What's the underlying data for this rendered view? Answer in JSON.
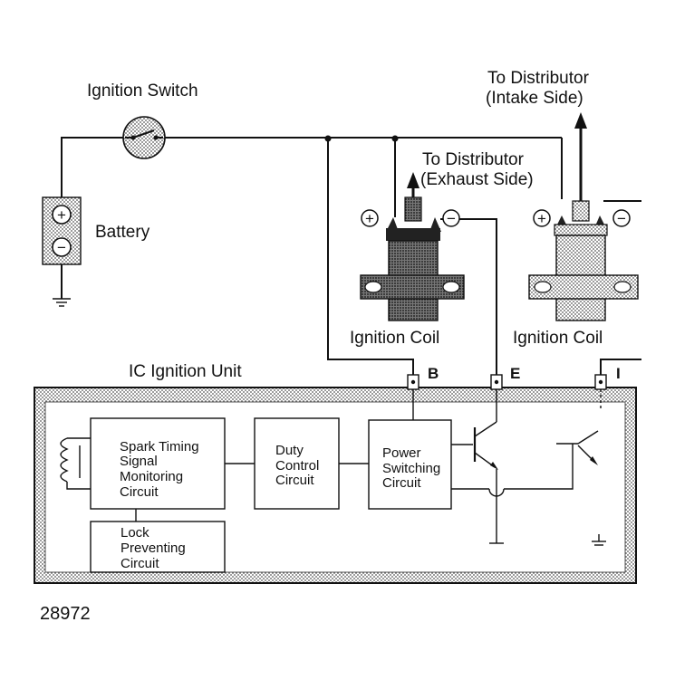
{
  "labels": {
    "ignition_switch": "Ignition Switch",
    "battery": "Battery",
    "to_dist_intake_1": "To Distributor",
    "to_dist_intake_2": "(Intake Side)",
    "to_dist_exhaust_1": "To Distributor",
    "to_dist_exhaust_2": "(Exhaust Side)",
    "coil_1": "Ignition Coil",
    "coil_2": "Ignition Coil",
    "ic_unit": "IC Ignition Unit",
    "terminal_b": "B",
    "terminal_e": "E",
    "terminal_i": "I",
    "figure_number": "28972"
  },
  "blocks": {
    "spark": [
      "Spark Timing",
      "Signal",
      "Monitoring",
      "Circuit"
    ],
    "lock": [
      "Lock",
      "Preventing",
      "Circuit"
    ],
    "duty": [
      "Duty",
      "Control",
      "Circuit"
    ],
    "power": [
      "Power",
      "Switching",
      "Circuit"
    ]
  },
  "symbols": {
    "plus": "+",
    "minus": "−"
  }
}
